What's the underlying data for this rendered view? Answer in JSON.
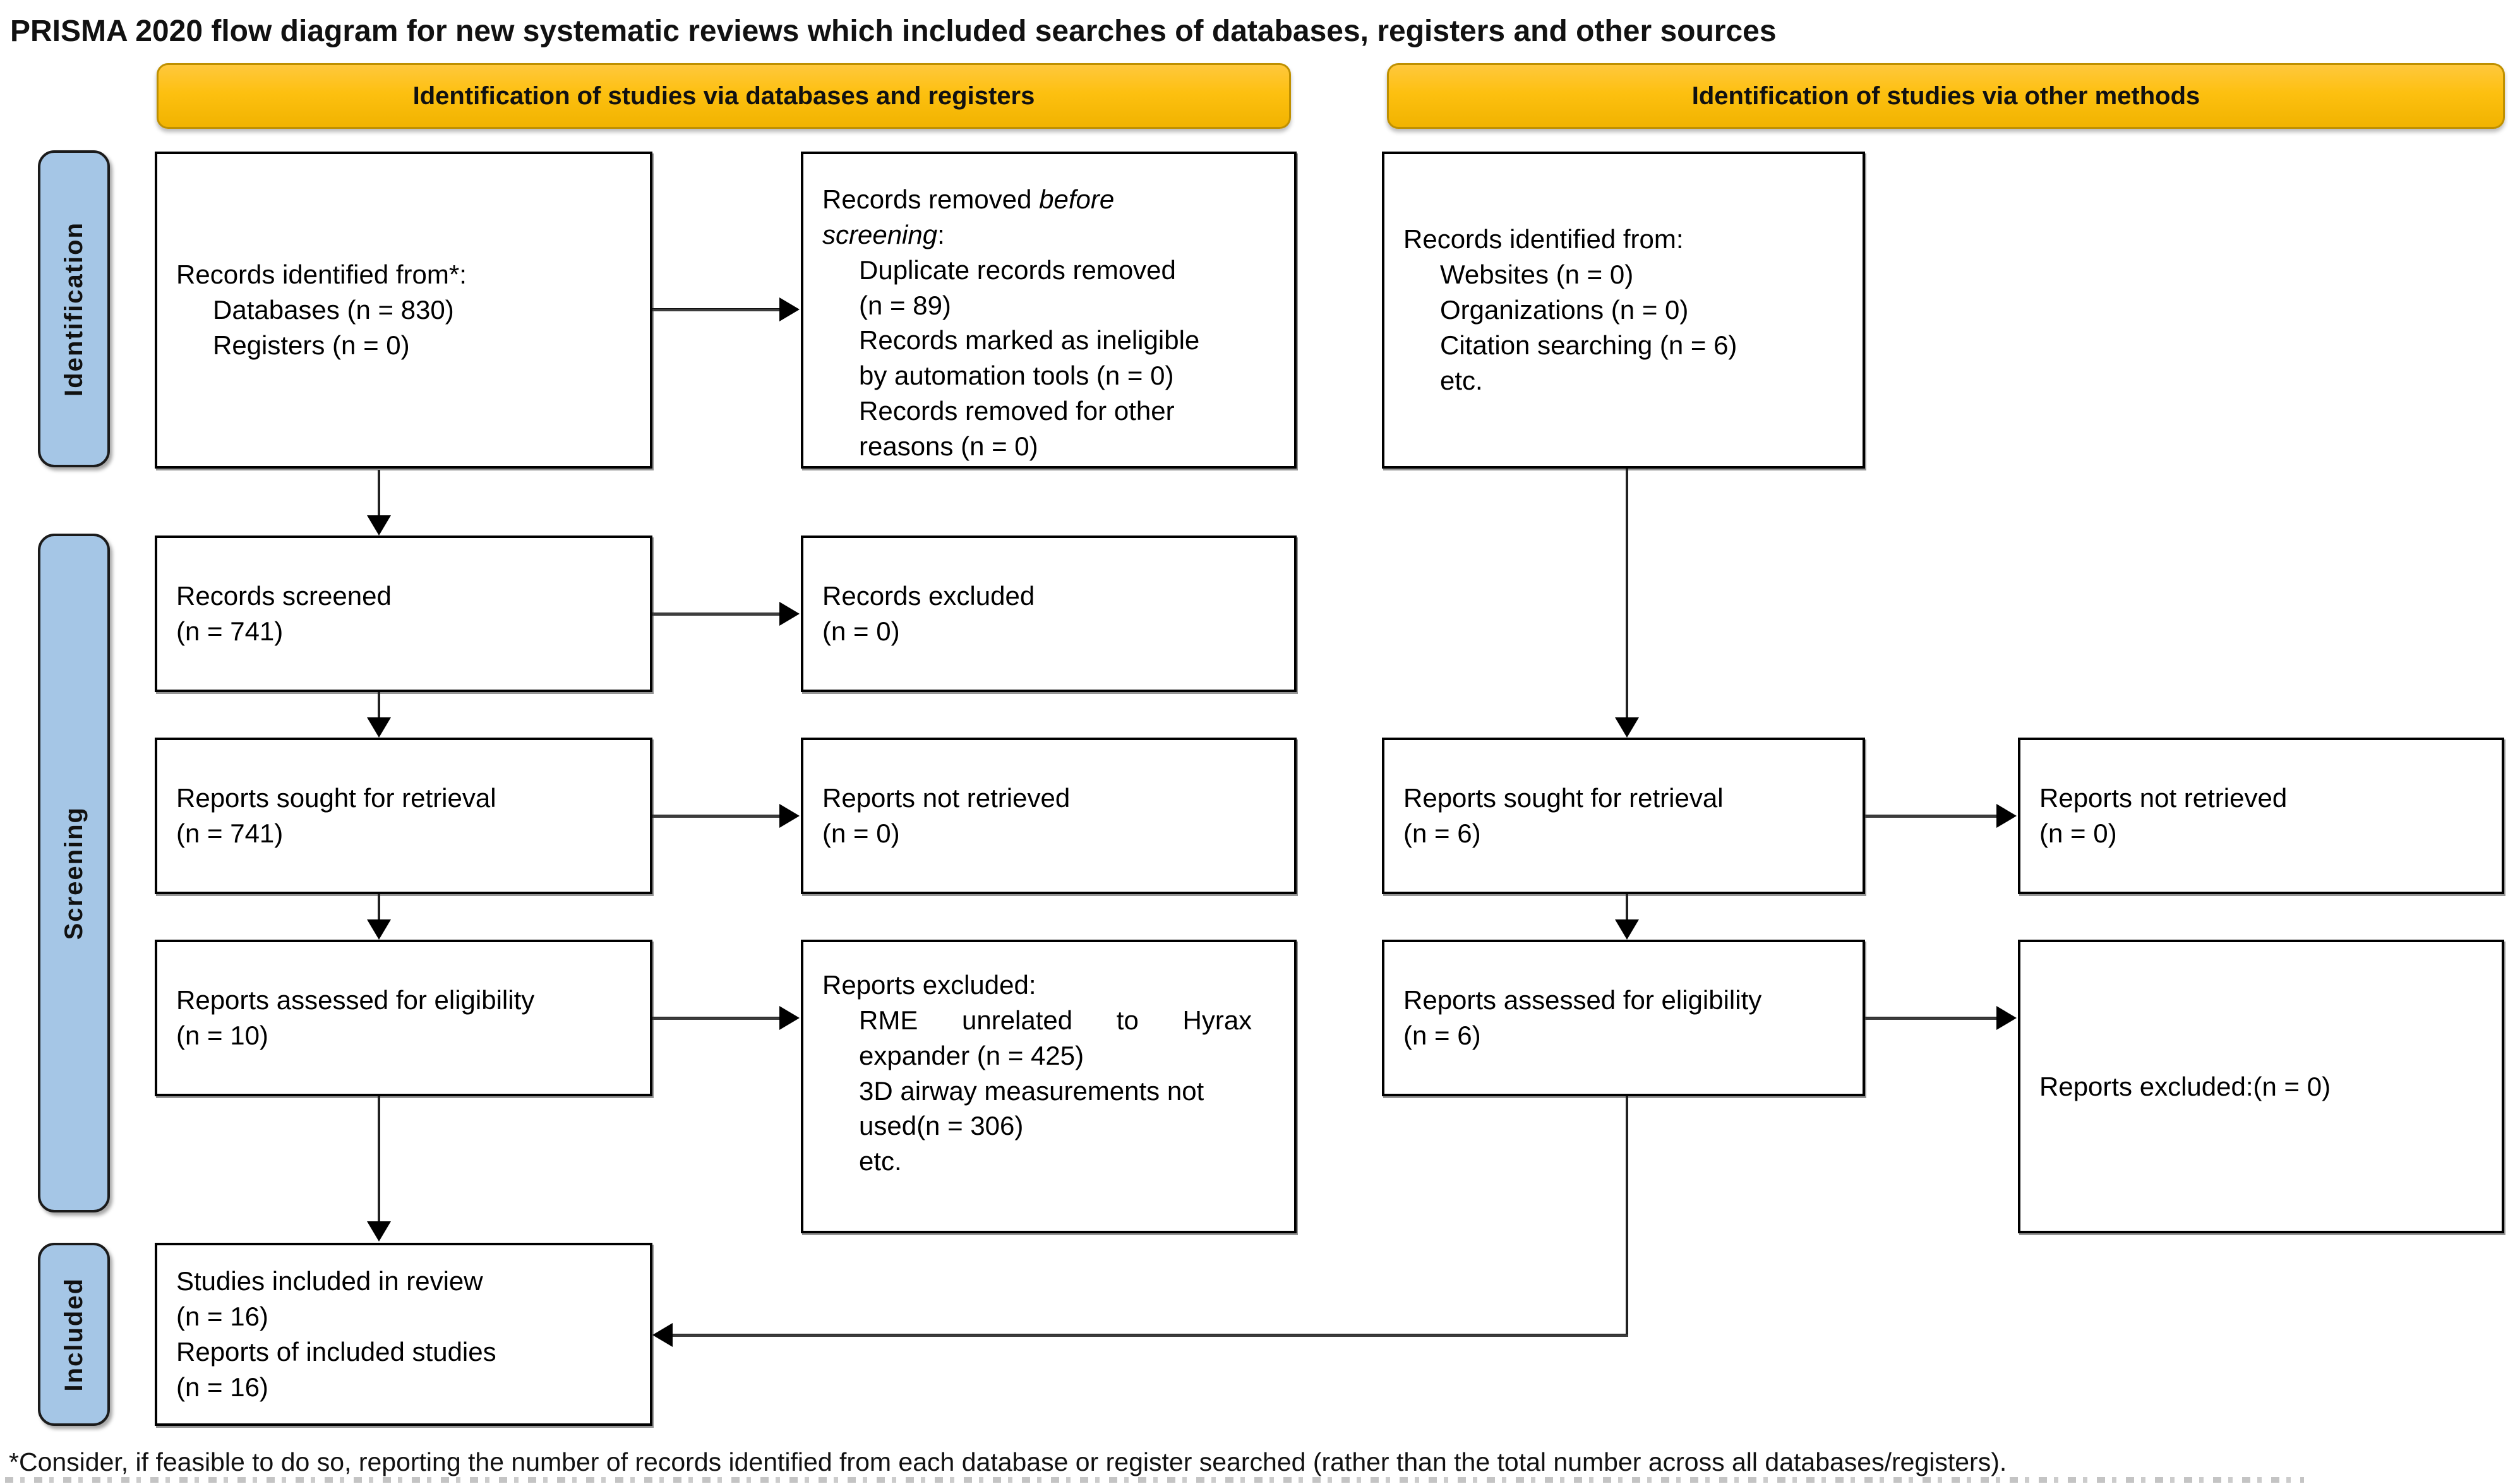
{
  "title": "PRISMA 2020 flow diagram for new systematic reviews which included searches of databases, registers and other sources",
  "banners": {
    "databases_registers": "Identification of studies via databases and registers",
    "other_methods": "Identification of studies via other methods"
  },
  "sidebar": {
    "identification": "Identification",
    "screening": "Screening",
    "included": "Included"
  },
  "boxes": {
    "records_identified_db": {
      "heading": "Records identified from*:",
      "items": [
        "Databases (n = 830)",
        "Registers (n = 0)"
      ]
    },
    "records_removed": {
      "line1_normal": "Records removed ",
      "line1_italic": "before",
      "line2_italic": "screening",
      "line2_normal": ":",
      "items": [
        "Duplicate records removed",
        "(n = 89)",
        "Records marked as ineligible",
        "by automation tools (n = 0)",
        "Records removed for other",
        "reasons (n = 0)"
      ]
    },
    "records_identified_other": {
      "heading": "Records identified from:",
      "items": [
        "Websites (n = 0)",
        "Organizations (n = 0)",
        "Citation searching (n = 6)",
        "etc."
      ]
    },
    "records_screened": {
      "lines": [
        "Records screened",
        "(n = 741)"
      ]
    },
    "records_excluded": {
      "lines": [
        "Records excluded",
        "(n = 0)"
      ]
    },
    "reports_sought_db": {
      "lines": [
        "Reports sought for retrieval",
        "(n = 741)"
      ]
    },
    "reports_not_retrieved_db": {
      "lines": [
        "Reports not retrieved",
        "(n = 0)"
      ]
    },
    "reports_sought_other": {
      "lines": [
        "Reports sought for retrieval",
        "(n = 6)"
      ]
    },
    "reports_not_retrieved_other": {
      "lines": [
        "Reports not retrieved",
        "(n = 0)"
      ]
    },
    "reports_assessed_db": {
      "lines": [
        "Reports assessed for eligibility",
        "(n = 10)"
      ]
    },
    "reports_excluded_db": {
      "heading": "Reports excluded:",
      "items": [
        "RME unrelated to Hyrax",
        "expander (n = 425)",
        "3D airway measurements not",
        "used(n = 306)",
        "etc."
      ]
    },
    "reports_assessed_other": {
      "lines": [
        "Reports assessed for eligibility",
        "(n = 6)"
      ]
    },
    "reports_excluded_other": {
      "lines": [
        "Reports excluded:(n = 0)"
      ]
    },
    "studies_included": {
      "lines": [
        "Studies included in review",
        "(n = 16)",
        "Reports of included studies",
        "(n = 16)"
      ]
    }
  },
  "footnote": "*Consider, if feasible to do so, reporting the number of records identified from each database or register searched (rather than the total number across all databases/registers).",
  "colors": {
    "banner_yellow": "#FFC000",
    "sidebar_blue": "#A5C6E6",
    "box_border": "#000000"
  }
}
